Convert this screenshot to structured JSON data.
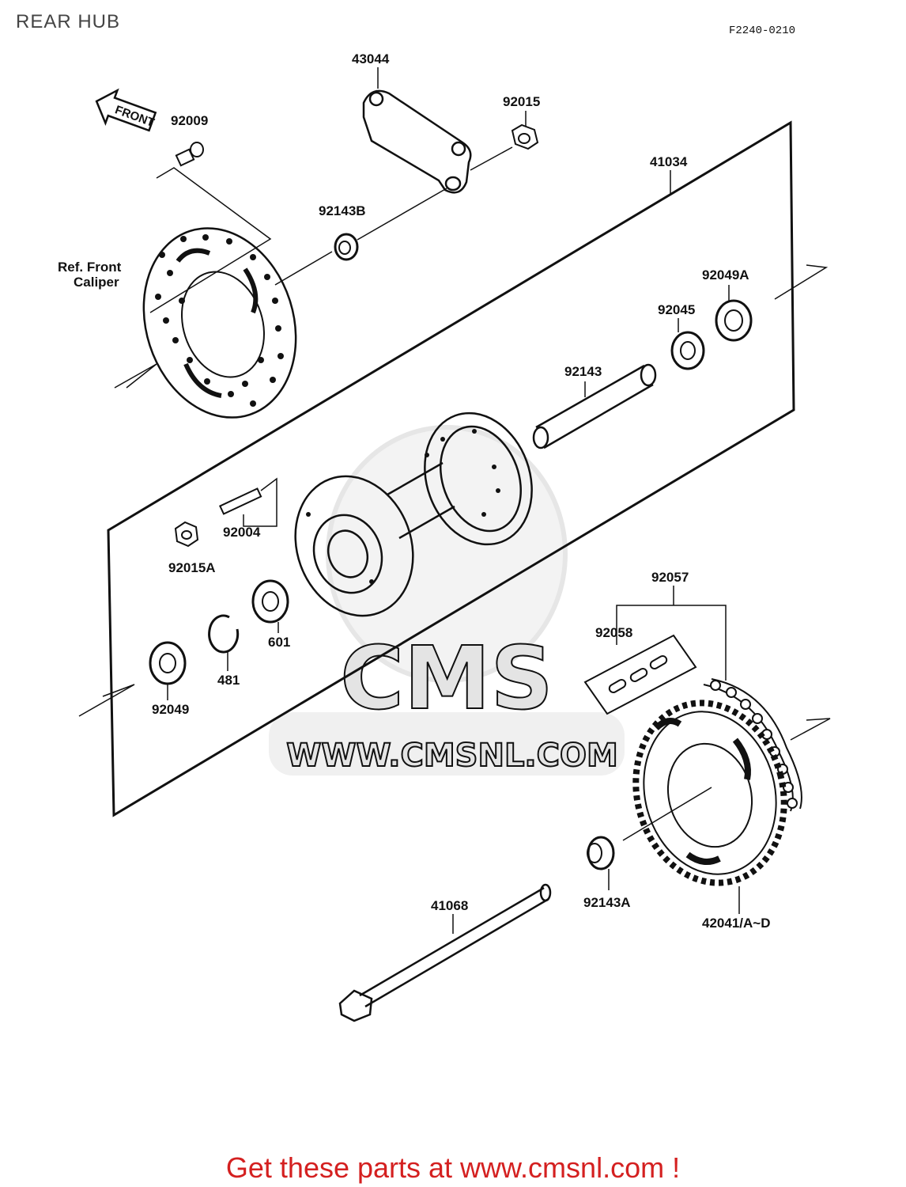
{
  "header": {
    "title": "REAR HUB",
    "figure_code": "F2240-0210"
  },
  "watermark": {
    "brand": "CMS",
    "url": "WWW.CMSNL.COM"
  },
  "direction_arrow": "FRONT",
  "labels": {
    "p43044": "43044",
    "p92015": "92015",
    "p92009": "92009",
    "p41034": "41034",
    "p92143b": "92143B",
    "ref_front": "Ref. Front",
    "caliper": "Caliper",
    "p92049a": "92049A",
    "p92045": "92045",
    "p92143": "92143",
    "p92004": "92004",
    "p92015a": "92015A",
    "p92057": "92057",
    "p601": "601",
    "p481": "481",
    "p92049": "92049",
    "p92058": "92058",
    "p41068": "41068",
    "p92143a": "92143A",
    "p42041": "42041/A~D"
  },
  "footer": {
    "text": "Get these parts at www.cmsnl.com !",
    "color": "#d42020"
  }
}
